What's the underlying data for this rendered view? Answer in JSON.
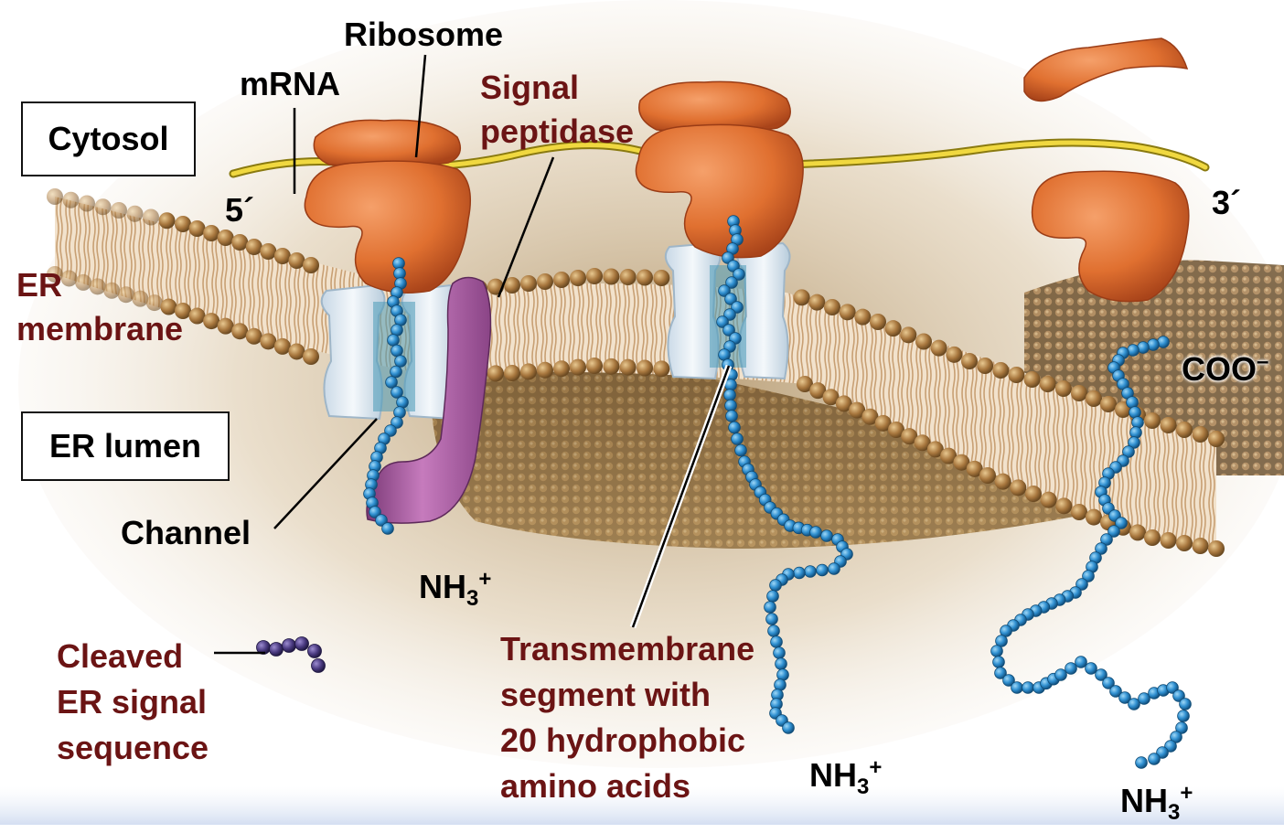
{
  "labels": {
    "ribosome": "Ribosome",
    "mrna": "mRNA",
    "signal_peptidase_1": "Signal",
    "signal_peptidase_2": "peptidase",
    "cytosol": "Cytosol",
    "five_prime": "5´",
    "three_prime": "3´",
    "er_membrane_1": "ER",
    "er_membrane_2": "membrane",
    "er_lumen": "ER lumen",
    "channel": "Channel",
    "coo": "COO",
    "coo_charge": "–",
    "nh3": "NH",
    "nh3_sub": "3",
    "nh3_sup": "+",
    "cleaved_1": "Cleaved",
    "cleaved_2": "ER signal",
    "cleaved_3": "sequence",
    "tm_1": "Transmembrane",
    "tm_2": "segment with",
    "tm_3": "20 hydrophobic",
    "tm_4": "amino acids"
  },
  "colors": {
    "ribosome": "#e07030",
    "ribosome_dark": "#b4481c",
    "mrna": "#f0d840",
    "lipid_head": "#a8773e",
    "lipid_tail": "#d8b48c",
    "lumen": "#8a6a3c",
    "channel": "#dde9f2",
    "channel_core": "#4a9ab8",
    "peptide": "#2f8fd0",
    "signal_peptidase": "#a0549a",
    "cleaved_signal": "#4a3a80",
    "label_maroon": "#6b1414"
  }
}
